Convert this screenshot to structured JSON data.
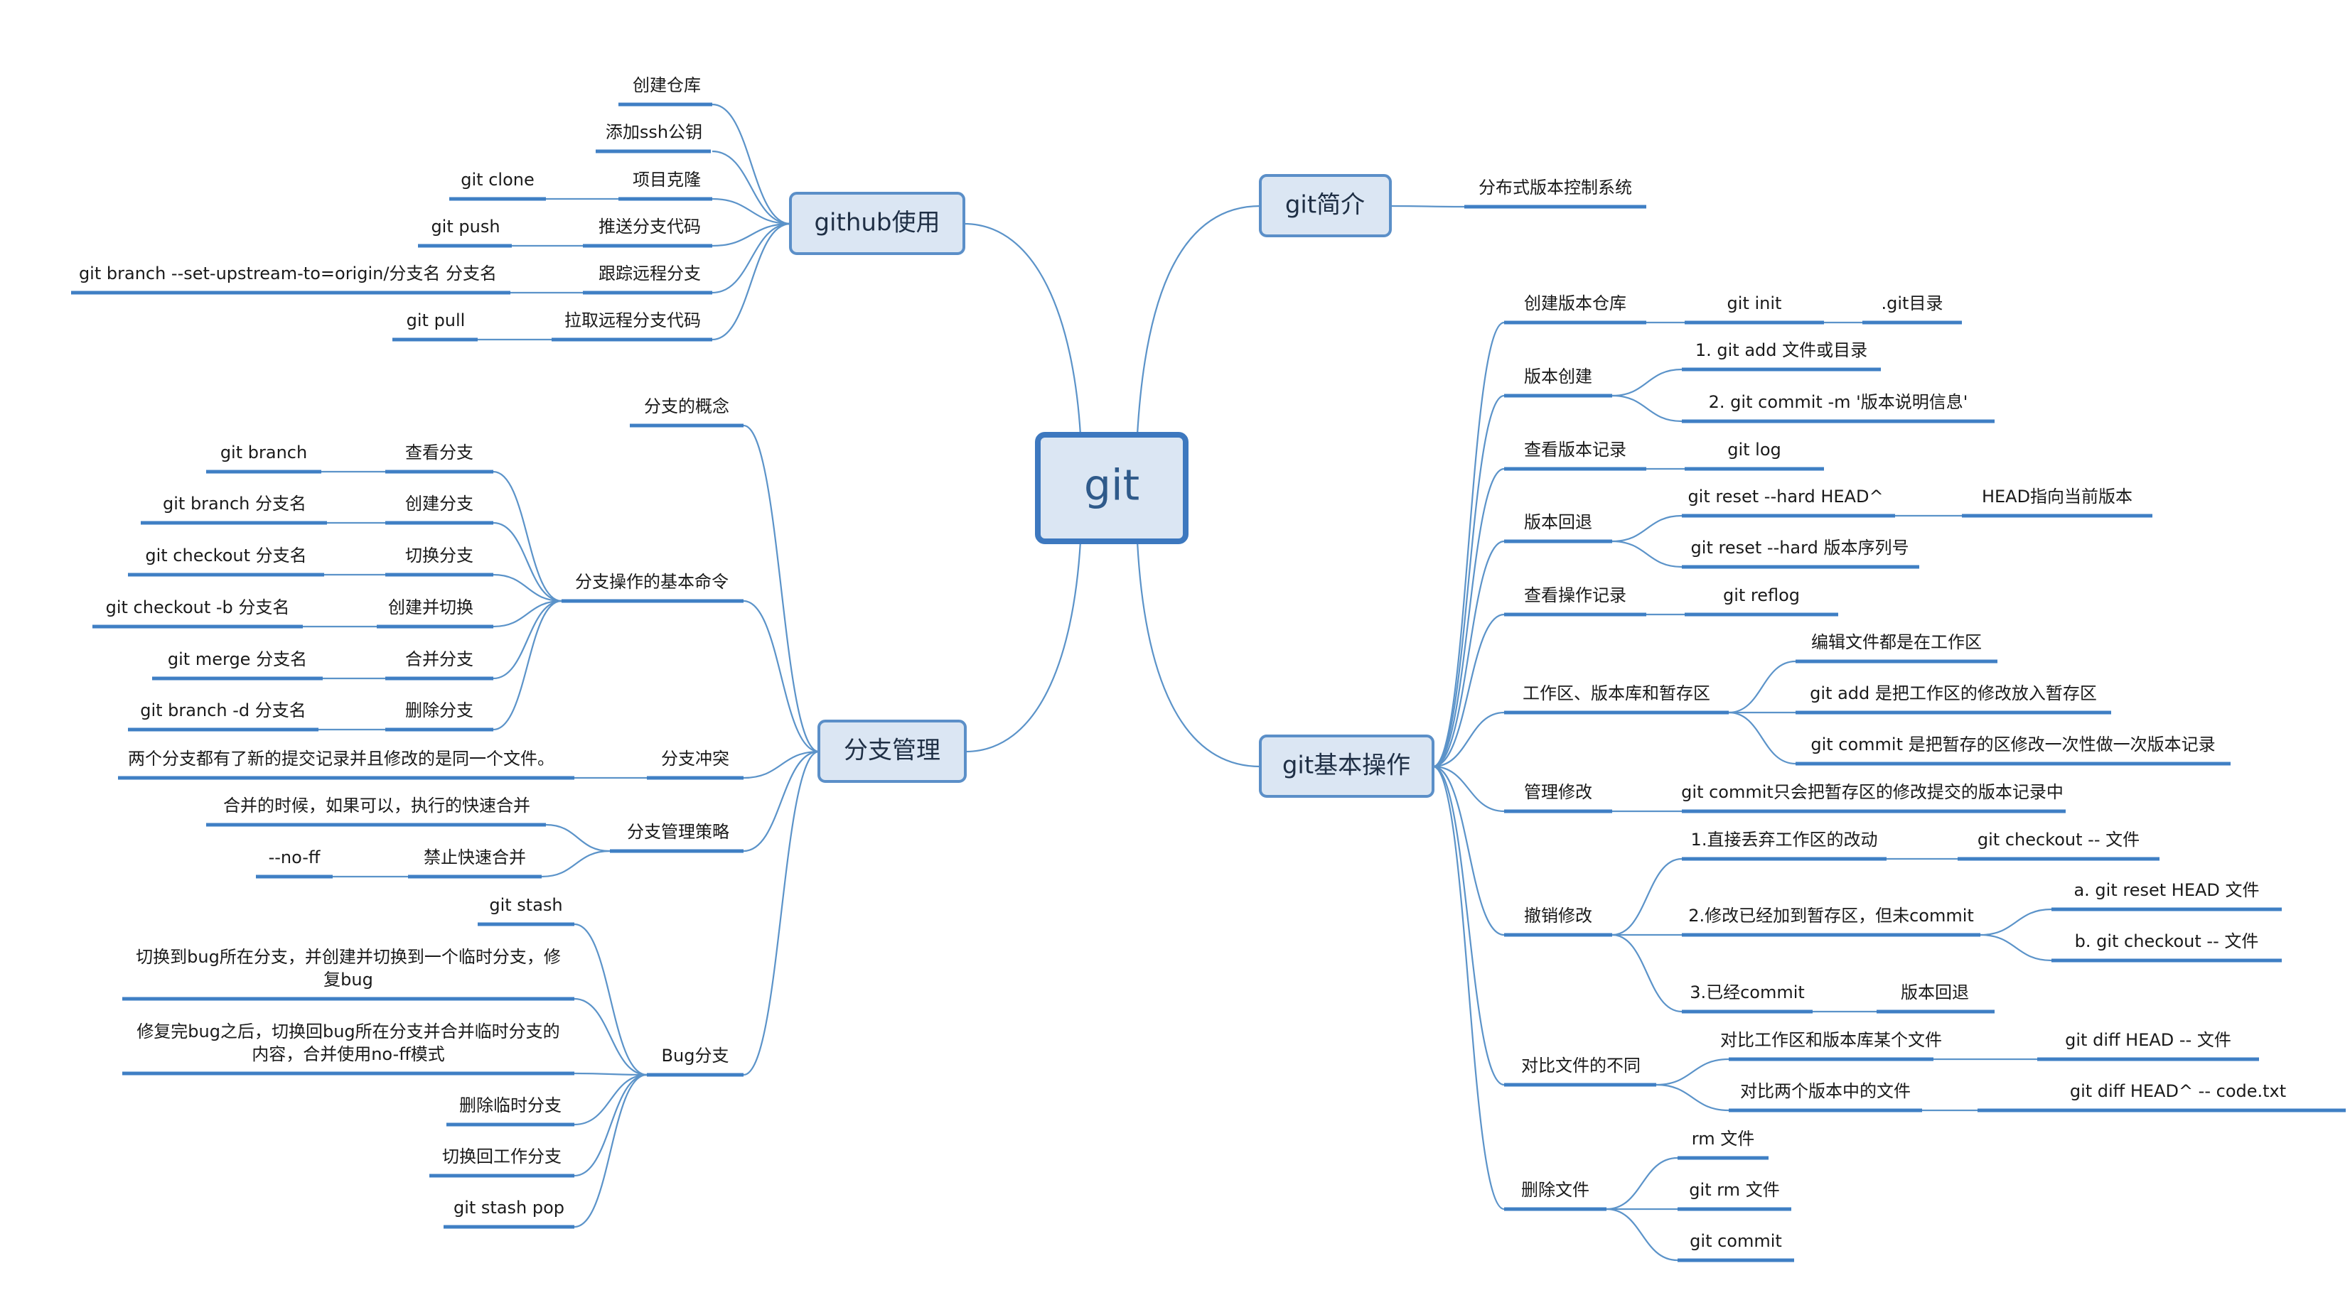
{
  "root": "git",
  "branches": {
    "github": "github使用",
    "branch": "分支管理",
    "intro": "git简介",
    "basic": "git基本操作"
  },
  "github": {
    "create_repo": "创建仓库",
    "add_ssh": "添加ssh公钥",
    "clone": "项目克隆",
    "clone_cmd": "git clone",
    "push": "推送分支代码",
    "push_cmd": "git push",
    "track": "跟踪远程分支",
    "track_cmd": "git branch --set-upstream-to=origin/分支名 分支名",
    "pull": "拉取远程分支代码",
    "pull_cmd": "git pull"
  },
  "branch": {
    "concept": "分支的概念",
    "basic_cmds": "分支操作的基本命令",
    "view": "查看分支",
    "view_cmd": "git branch",
    "create": "创建分支",
    "create_cmd": "git branch 分支名",
    "switch": "切换分支",
    "switch_cmd": "git checkout 分支名",
    "create_switch": "创建并切换",
    "create_switch_cmd": "git checkout -b 分支名",
    "merge": "合并分支",
    "merge_cmd": "git merge 分支名",
    "delete": "删除分支",
    "delete_cmd": "git branch -d 分支名",
    "conflict": "分支冲突",
    "conflict_desc": "两个分支都有了新的提交记录并且修改的是同一个文件。",
    "strategy": "分支管理策略",
    "fast_merge": "合并的时候，如果可以，执行的快速合并",
    "no_fast": "禁止快速合并",
    "no_ff": "--no-ff",
    "bug": "Bug分支",
    "stash": "git stash",
    "bug_step1_l1": "切换到bug所在分支，并创建并切换到一个临时分支，修",
    "bug_step1_l2": "复bug",
    "bug_step2_l1": "修复完bug之后，切换回bug所在分支并合并临时分支的",
    "bug_step2_l2": "内容，合并使用no-ff模式",
    "del_temp": "删除临时分支",
    "back_work": "切换回工作分支",
    "stash_pop": "git stash pop"
  },
  "intro": {
    "desc": "分布式版本控制系统"
  },
  "basic": {
    "create_repo": "创建版本仓库",
    "git_init": "git init",
    "git_dir": ".git目录",
    "version_create": "版本创建",
    "git_add": "1. git add 文件或目录",
    "git_commit_m": "2. git commit -m '版本说明信息'",
    "view_log": "查看版本记录",
    "git_log": "git log",
    "rollback": "版本回退",
    "reset_head": "git reset --hard HEAD^",
    "head_desc": "HEAD指向当前版本",
    "reset_ver": "git reset --hard 版本序列号",
    "view_ops": "查看操作记录",
    "git_reflog": "git reflog",
    "areas": "工作区、版本库和暂存区",
    "area1": "编辑文件都是在工作区",
    "area2": "git add 是把工作区的修改放入暂存区",
    "area3": "git commit 是把暂存的区修改一次性做一次版本记录",
    "manage": "管理修改",
    "manage_desc": "git commit只会把暂存区的修改提交的版本记录中",
    "undo": "撤销修改",
    "undo1": "1.直接丢弃工作区的改动",
    "undo1_cmd": "git checkout -- 文件",
    "undo2": "2.修改已经加到暂存区，但未commit",
    "undo2a": "a. git reset HEAD 文件",
    "undo2b": "b. git checkout -- 文件",
    "undo3": "3.已经commit",
    "undo3_cmd": "版本回退",
    "diff": "对比文件的不同",
    "diff1": "对比工作区和版本库某个文件",
    "diff1_cmd": "git diff HEAD -- 文件",
    "diff2": "对比两个版本中的文件",
    "diff2_cmd": "git diff HEAD^ -- code.txt",
    "delete": "删除文件",
    "rm": "rm 文件",
    "git_rm": "git rm 文件",
    "git_commit": "git commit"
  }
}
